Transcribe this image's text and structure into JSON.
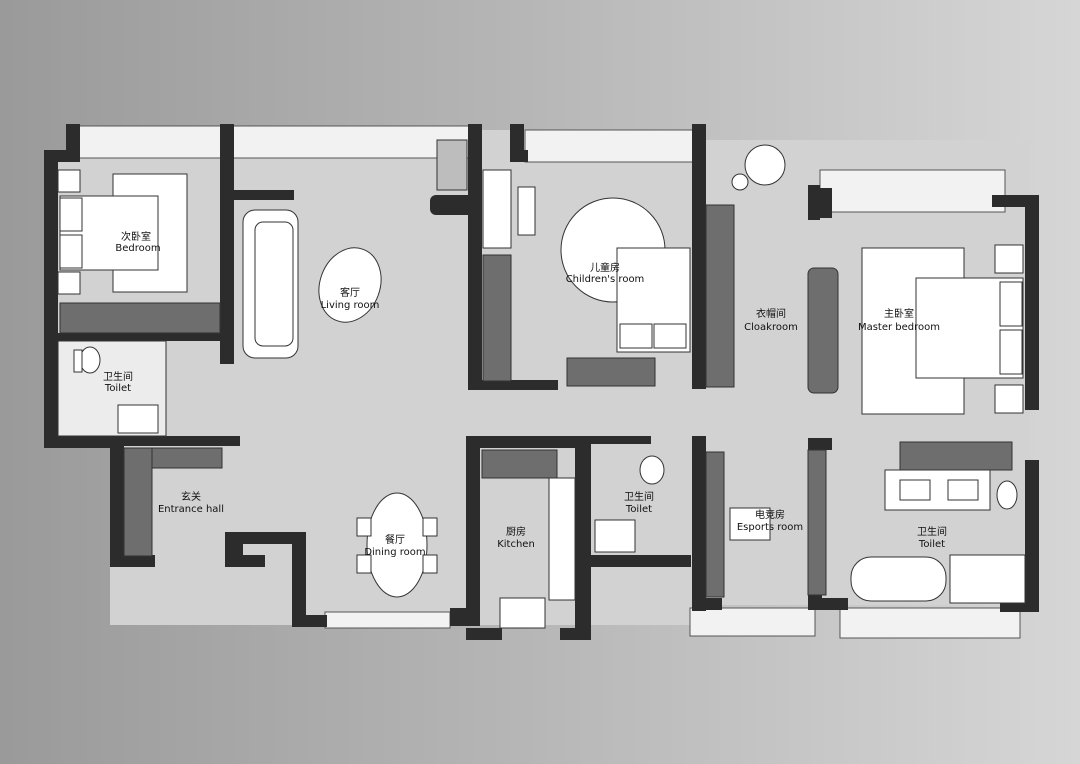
{
  "rooms": {
    "second_bedroom": {
      "zh": "次卧室",
      "en": "Bedroom"
    },
    "toilet_west": {
      "zh": "卫生间",
      "en": "Toilet"
    },
    "living_room": {
      "zh": "客厅",
      "en": "Living room"
    },
    "childrens_room": {
      "zh": "儿童房",
      "en": "Children's room"
    },
    "cloakroom": {
      "zh": "衣帽间",
      "en": "Cloakroom"
    },
    "master_bedroom": {
      "zh": "主卧室",
      "en": "Master bedroom"
    },
    "entrance_hall": {
      "zh": "玄关",
      "en": "Entrance hall"
    },
    "dining_room": {
      "zh": "餐厅",
      "en": "Dining room"
    },
    "kitchen": {
      "zh": "厨房",
      "en": "Kitchen"
    },
    "toilet_center": {
      "zh": "卫生间",
      "en": "Toilet"
    },
    "esports_room": {
      "zh": "电竞房",
      "en": "Esports room"
    },
    "toilet_master": {
      "zh": "卫生间",
      "en": "Toilet"
    }
  },
  "colors": {
    "wall": "#2c2c2c",
    "floor": "#d2d2d2",
    "furniture": "#ffffff",
    "cabinet": "#6e6e6e",
    "balcony": "#f2f2f2"
  }
}
